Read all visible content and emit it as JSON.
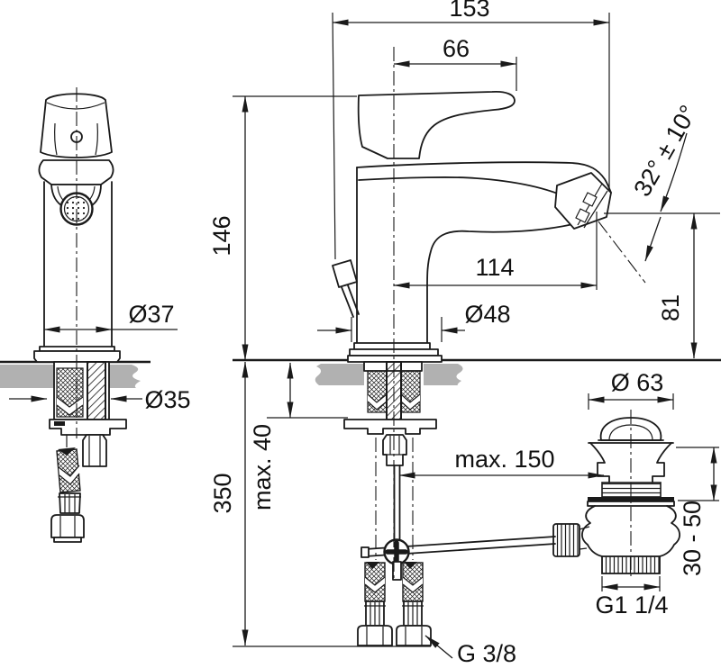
{
  "drawing": {
    "type": "technical-dimension-drawing",
    "subject": "single-lever bidet mixer with pop-up waste, front and side views",
    "colors": {
      "line": "#1a1a1a",
      "deck": "#b1b1b1",
      "background": "#ffffff"
    },
    "dims": {
      "overall_length": "153",
      "handle_length": "66",
      "height": "146",
      "spout_reach": "114",
      "front_diameter": "Ø37",
      "hole_diameter": "Ø35",
      "base_diameter": "Ø48",
      "outlet_angle": "32° ± 10°",
      "outlet_height": "81",
      "max_deck_thickness": "max. 40",
      "hose_length": "350",
      "rod_reach": "max. 150",
      "waste_diameter": "Ø 63",
      "waste_height_range": "30 - 50",
      "waste_thread": "G1 1/4",
      "supply_thread": "G 3/8"
    }
  }
}
